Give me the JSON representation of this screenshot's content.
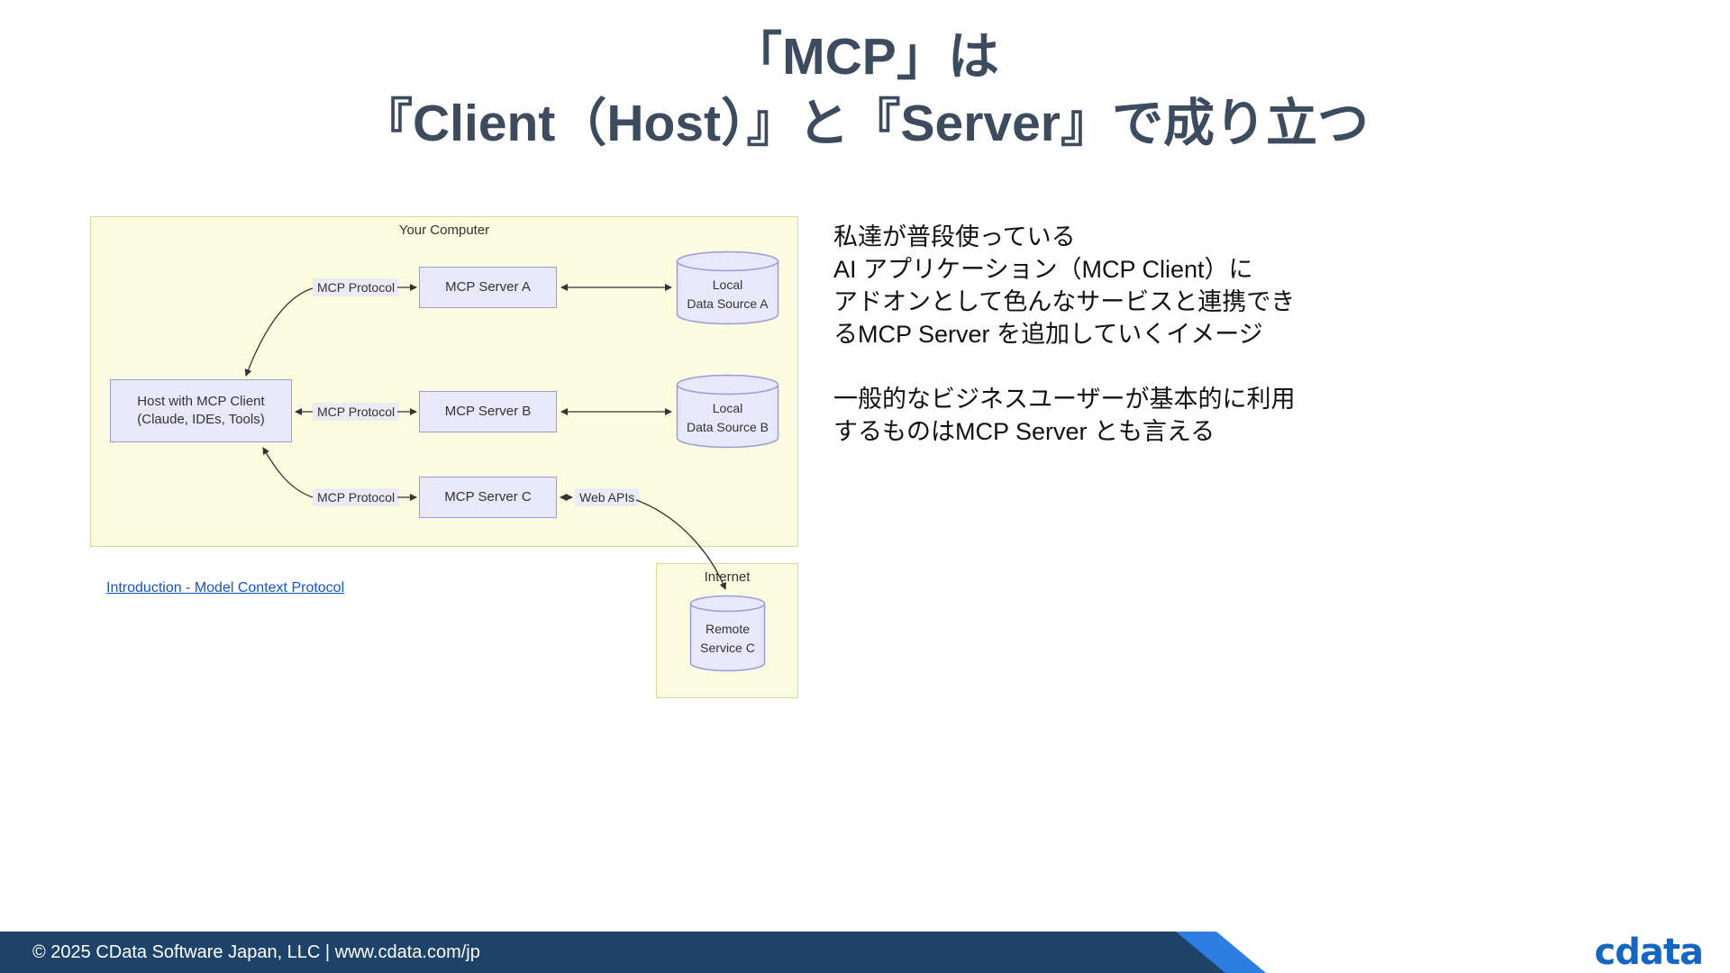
{
  "slide": {
    "title_line1": "「MCP」は",
    "title_line2": "『Client（Host）』と『Server』で成り立つ"
  },
  "diagram": {
    "your_computer_label": "Your Computer",
    "host_label": "Host with MCP Client\n(Claude, IDEs, Tools)",
    "server_a": "MCP Server A",
    "server_b": "MCP Server B",
    "server_c": "MCP Server C",
    "protocol_a": "MCP Protocol",
    "protocol_b": "MCP Protocol",
    "protocol_c": "MCP Protocol",
    "web_apis": "Web APIs",
    "data_source_a": "Local\nData Source A",
    "data_source_b": "Local\nData Source B",
    "internet_label": "Internet",
    "remote_service": "Remote\nService C",
    "link_text": "Introduction - Model Context Protocol"
  },
  "body_text": {
    "para1": "私達が普段使っている\nAI アプリケーション（MCP Client）に\nアドオンとして色んなサービスと連携でき\nるMCP Server を追加していくイメージ",
    "para2": "一般的なビジネスユーザーが基本的に利用\nするものはMCP Server とも言える"
  },
  "footer": {
    "copyright": "© 2025 CData Software Japan, LLC |  www.cdata.com/jp",
    "logo_text": "cdata"
  },
  "colors": {
    "title": "#3c4b5d",
    "diagram_background": "#fbfbe0",
    "node_fill": "#e9e8fb",
    "node_border": "#9b9bdb",
    "link": "#1155cc",
    "footer_navy": "#1f4368",
    "footer_accent_blue": "#2e7de0",
    "logo_blue": "#1566c0"
  }
}
